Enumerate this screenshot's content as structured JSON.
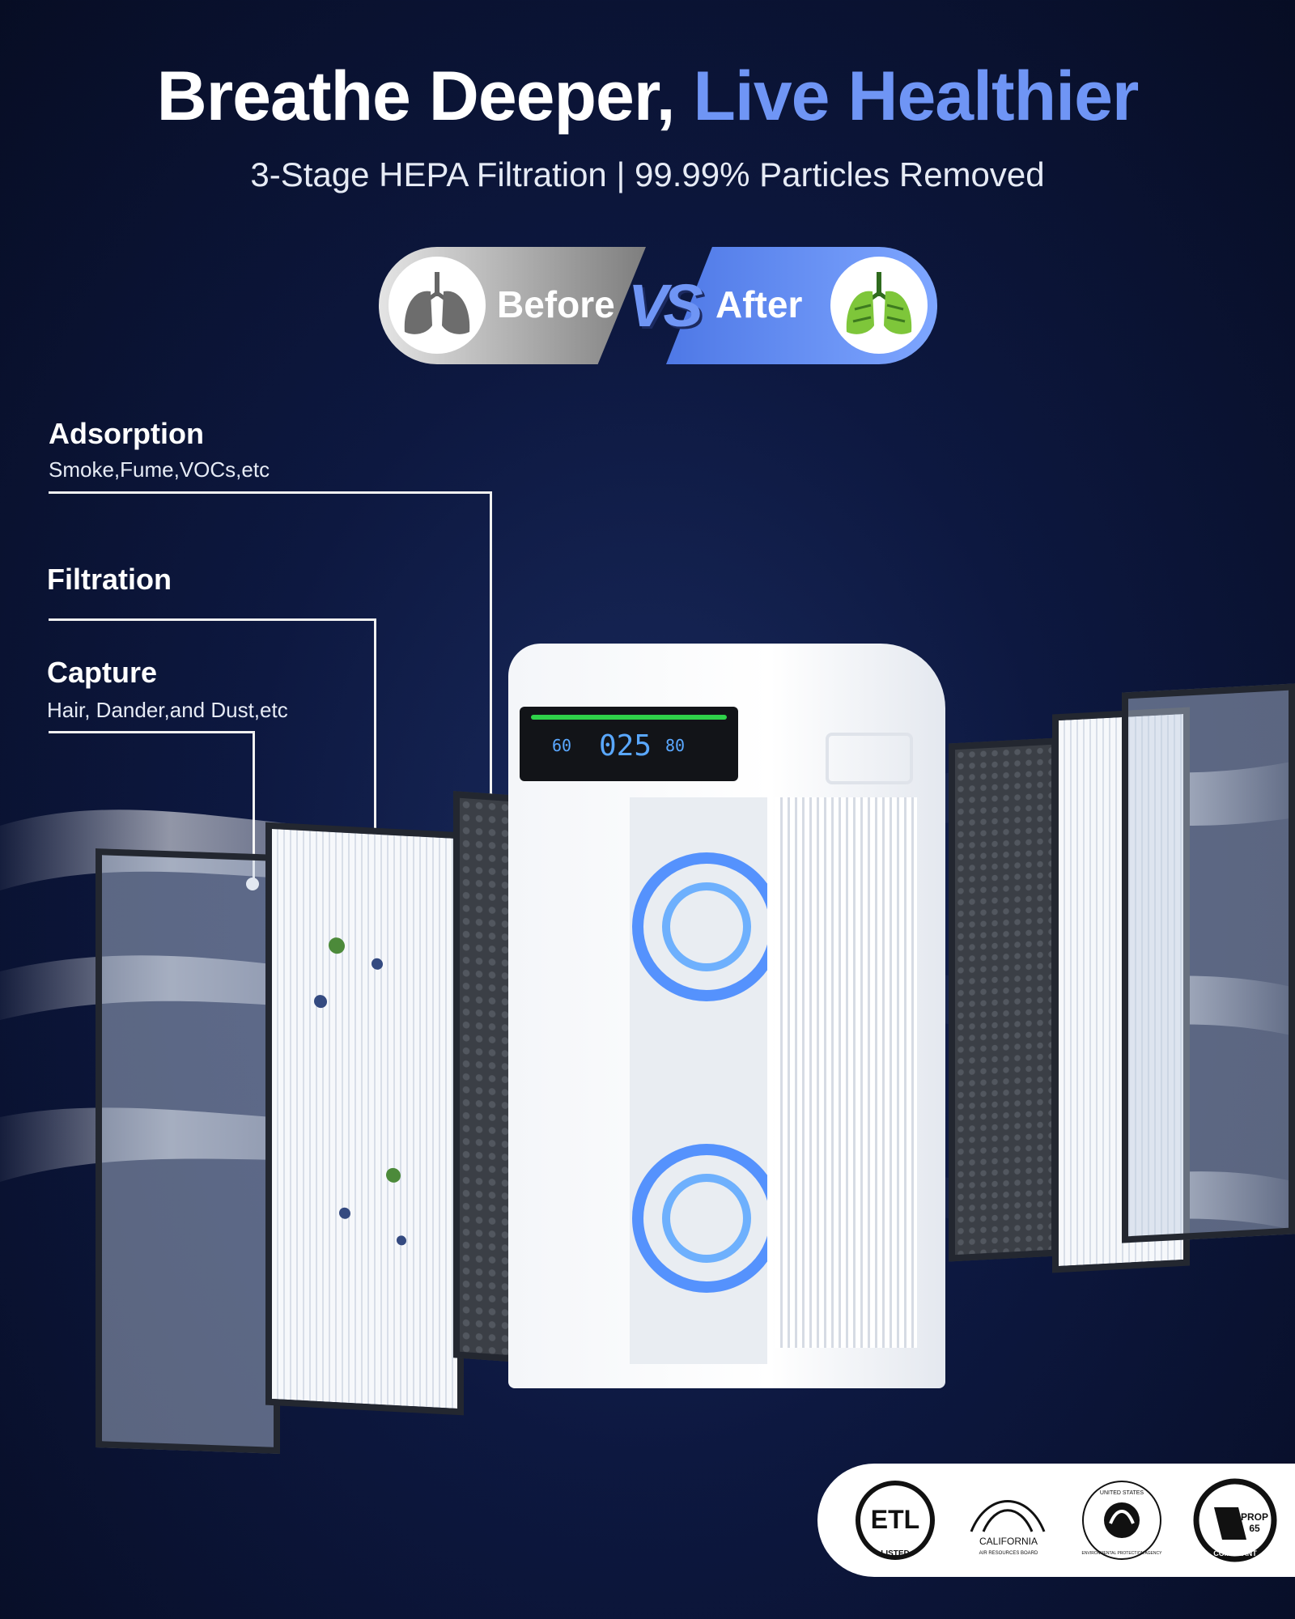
{
  "headline": {
    "main": "Breathe Deeper,",
    "accent": "Live Healthier"
  },
  "subheadline": "3-Stage HEPA Filtration | 99.99% Particles Removed",
  "comparison": {
    "before_label": "Before",
    "vs_label": "VS",
    "after_label": "After",
    "before_icon": "gray-lungs-icon",
    "after_icon": "green-lungs-icon"
  },
  "stages": [
    {
      "title": "Adsorption",
      "subtitle": "Smoke,Fume,VOCs,etc"
    },
    {
      "title": "Filtration",
      "subtitle": ""
    },
    {
      "title": "Capture",
      "subtitle": "Hair, Dander,and Dust,etc"
    }
  ],
  "display": {
    "left_reading": "60",
    "main_reading": "025",
    "right_reading": "80"
  },
  "certifications": [
    {
      "name": "etl-listed-logo",
      "text_main": "ETL",
      "text_sub": "LISTED"
    },
    {
      "name": "california-air-resources-board-logo",
      "text_main": "CALIFORNIA",
      "text_sub": "AIR RESOURCES BOARD"
    },
    {
      "name": "epa-seal-logo",
      "text_main": "UNITED STATES",
      "text_sub": "ENVIRONMENTAL PROTECTION AGENCY"
    },
    {
      "name": "prop-65-logo",
      "text_main": "PROP 65",
      "text_sub": "COMPLIANT"
    }
  ],
  "colors": {
    "accent": "#6f95f5",
    "background": "#0d1840",
    "after_blue": "#5b83ec",
    "before_gray": "#8a8a8a"
  }
}
